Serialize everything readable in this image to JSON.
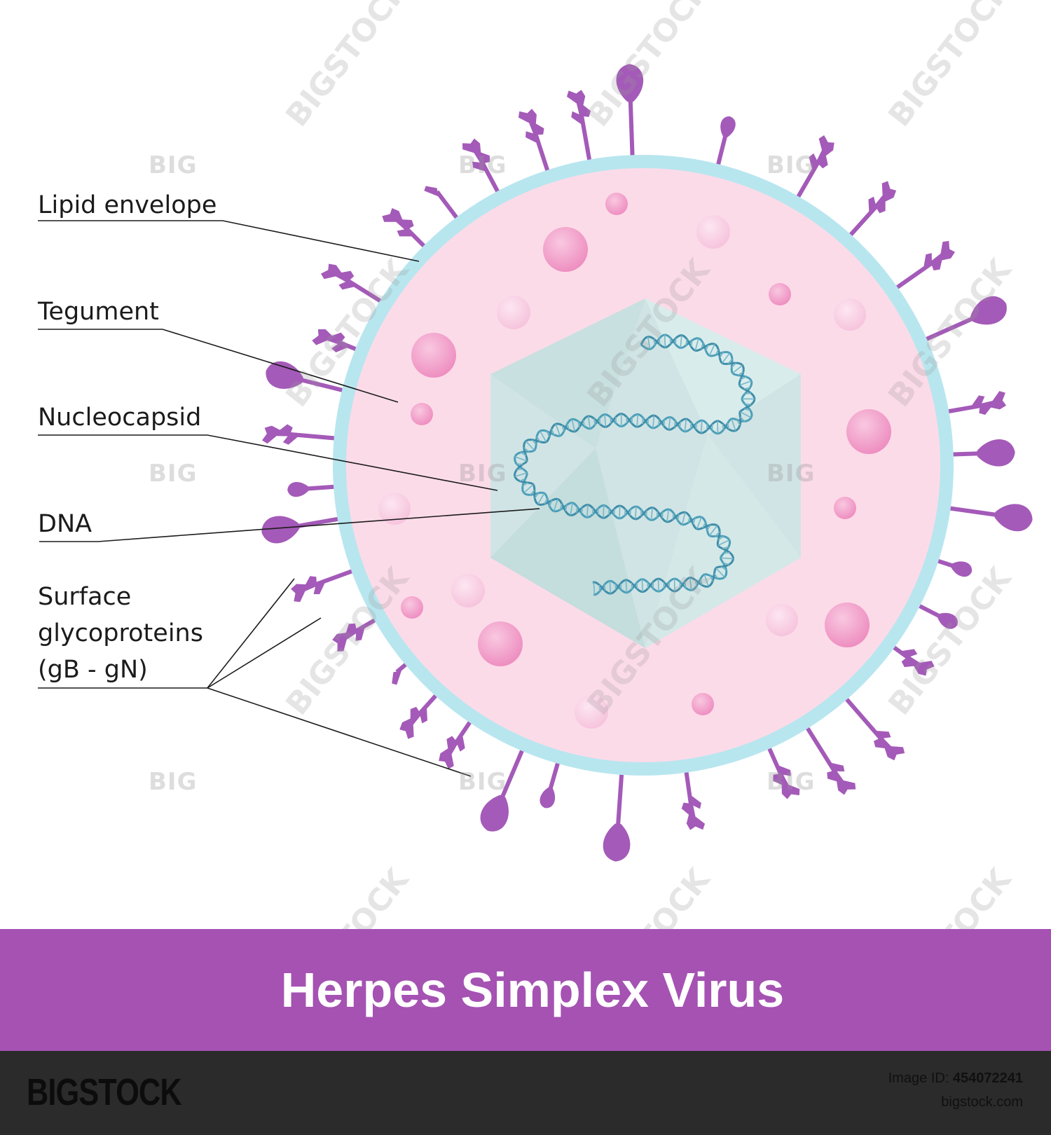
{
  "diagram": {
    "labels": {
      "lipid_envelope": "Lipid envelope",
      "tegument": "Tegument",
      "nucleocapsid": "Nucleocapsid",
      "dna": "DNA",
      "surface_line1": "Surface",
      "surface_line2": "glycoproteins",
      "surface_line3": "(gB - gN)"
    },
    "title": "Herpes Simplex Virus",
    "colors": {
      "envelope": "#b8e6ef",
      "tegument": "#fcdbe8",
      "capsid": "#cfe5e5",
      "dna": "#4c9fb8",
      "glycoprotein": "#a45ab8",
      "banner": "#a552b3"
    }
  },
  "watermark": {
    "big": "BIG",
    "stock": "BIGSTOCK"
  },
  "footer": {
    "logo": "BIGSTOCK",
    "image_id_label": "Image ID:",
    "image_id_value": "454072241",
    "url": "bigstock.com"
  }
}
